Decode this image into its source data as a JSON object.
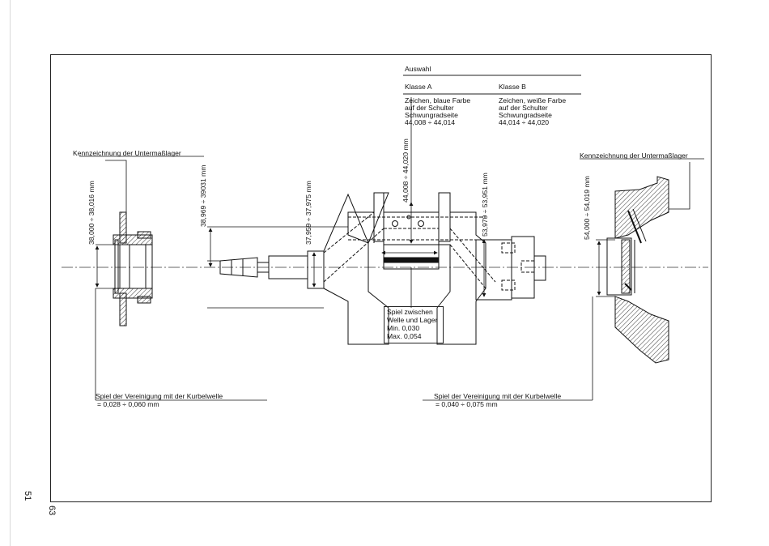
{
  "selection": {
    "heading": "Auswahl",
    "class_a": {
      "title": "Klasse A",
      "line1": "Zeichen, blaue Farbe",
      "line2": "auf der Schulter",
      "line3": "Schwungradseite",
      "value": "44,008 ÷ 44,014"
    },
    "class_b": {
      "title": "Klasse B",
      "line1": "Zeichen, weiße Farbe",
      "line2": "auf der Schulter",
      "line3": "Schwungradseite",
      "value": "44,014 ÷ 44,020"
    }
  },
  "labels": {
    "left_marking": "Kennzeichnung der Untermaßlager",
    "right_marking": "Kennzeichnung der Untermaßlager",
    "left_play_title": "Spiel der Vereinigung mit der Kurbelwelle",
    "left_play_value": "= 0,028 ÷ 0,060 mm",
    "right_play_title": "Spiel der Vereinigung mit der Kurbelwelle",
    "right_play_value": "= 0,040 ÷ 0,075 mm",
    "center_play_line1": "Spiel zwischen",
    "center_play_line2": "Welle und Lager",
    "center_play_min": "Min. 0,030",
    "center_play_max": "Max. 0,054"
  },
  "dimensions": {
    "d1": "38,000 ÷ 38,016 mm",
    "d2": "38,969 ÷ 39031 mm",
    "d3": "37,959 ÷ 37,975 mm",
    "d4": "44,008 ÷ 44,020 mm",
    "d5": "53,970 ÷ 53,951 mm",
    "d6": "54,000 ÷ 54,019 mm"
  },
  "page_numbers": {
    "outer": "51",
    "inner": "63"
  }
}
